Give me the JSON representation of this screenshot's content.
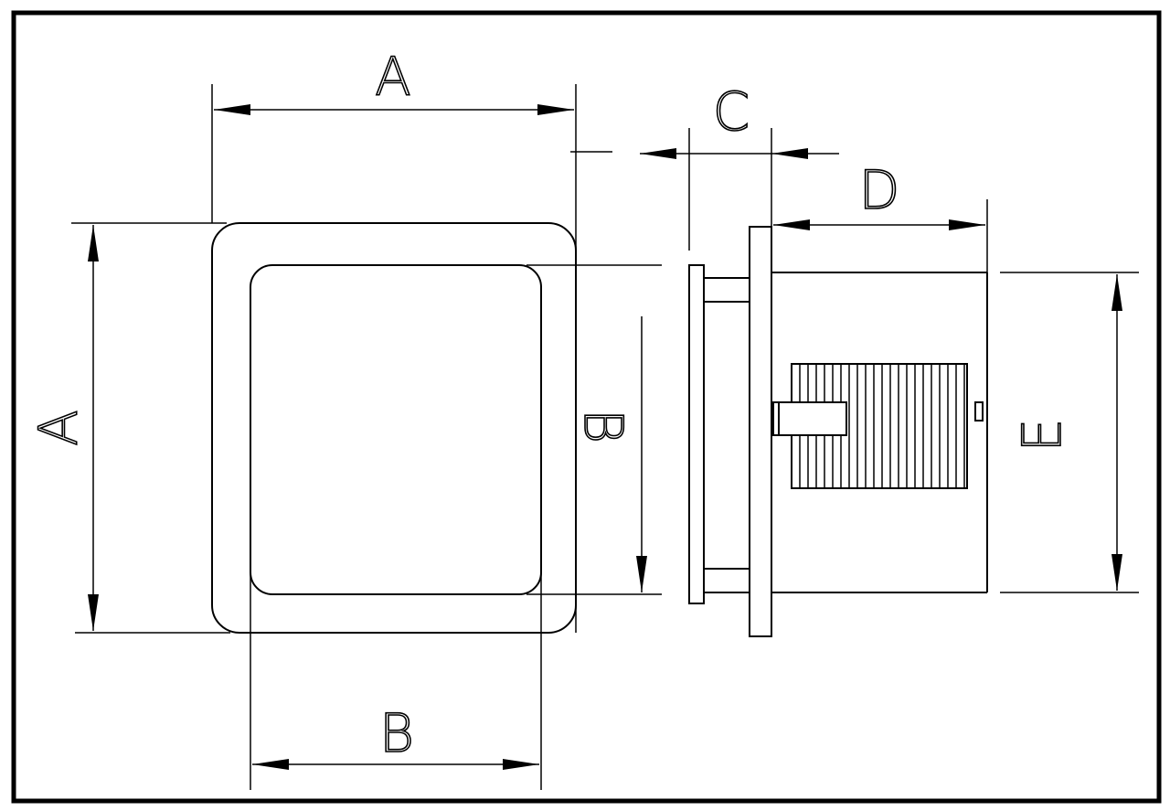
{
  "labels": {
    "a_top": "A",
    "a_left": "A",
    "b_bottom": "B",
    "b_right": "B",
    "c": "C",
    "d": "D",
    "e": "E"
  }
}
